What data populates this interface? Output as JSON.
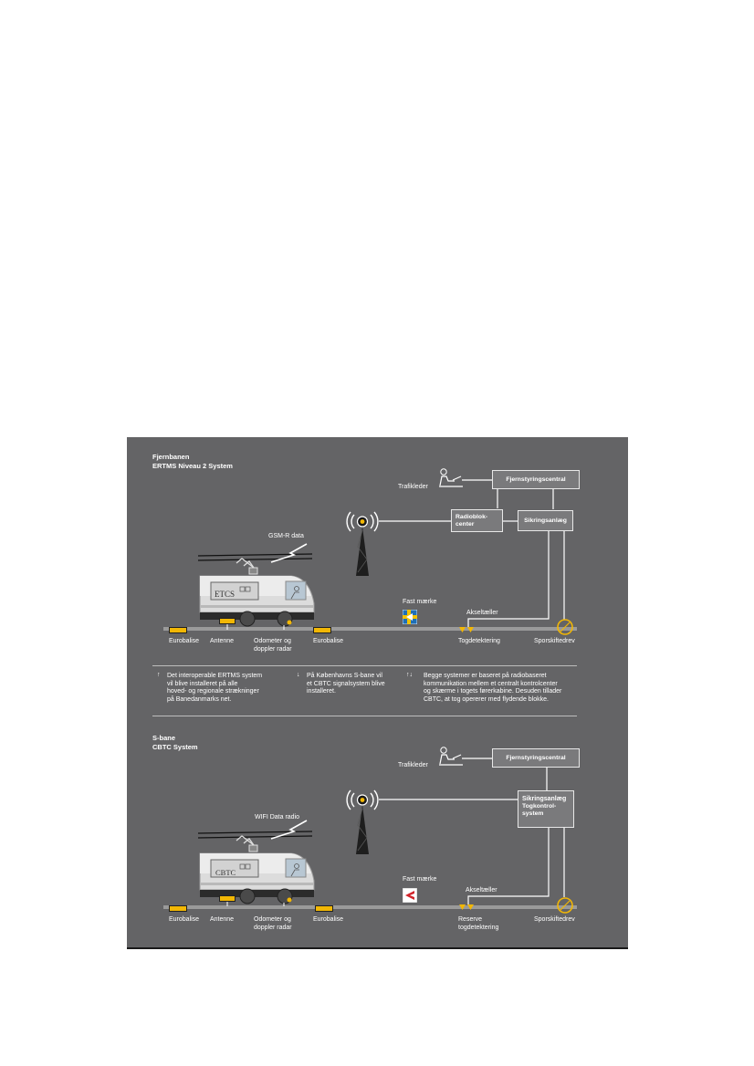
{
  "top": {
    "section_title": "Fjernbanen",
    "section_subtitle": "ERTMS Niveau 2 System",
    "traffic_controller": "Trafikleder",
    "remote_control_center": "Fjernstyringscentral",
    "radio_block_center": [
      "Radioblok-",
      "center"
    ],
    "interlocking": "Sikringsanlæg",
    "radio_label": "GSM-R data",
    "cab_label": "ETCS",
    "fixed_mark": "Fast mærke",
    "axle_counter": "Akseltæller",
    "eurobalise_1": "Eurobalise",
    "antenna": "Antenne",
    "odometer": [
      "Odometer og",
      "doppler radar"
    ],
    "eurobalise_2": "Eurobalise",
    "train_detection": "Togdetektering",
    "point_machine": "Sporskiftedrev"
  },
  "legend": {
    "col1": [
      "Det interoperable ERTMS system",
      "vil blive installeret på alle",
      "hoved- og regionale strækninger",
      "på Banedanmarks net."
    ],
    "col2": [
      "På Københavns S-bane vil",
      "et CBTC signalsystem blive",
      "installeret."
    ],
    "col3": [
      "Begge systemer er baseret på radiobaseret",
      "kommunikation mellem et centralt kontrolcenter",
      "og skærme i togets førerkabine. Desuden tillader",
      "CBTC, at tog opererer med flydende blokke."
    ]
  },
  "bottom": {
    "section_title": "S-bane",
    "section_subtitle": "CBTC System",
    "traffic_controller": "Trafikleder",
    "remote_control_center": "Fjernstyringscentral",
    "interlocking": "Sikringsanlæg",
    "train_control": [
      "Togkontrol-",
      "system"
    ],
    "radio_label": "WIFI Data radio",
    "cab_label": "CBTC",
    "fixed_mark": "Fast mærke",
    "axle_counter": "Akseltæller",
    "eurobalise_1": "Eurobalise",
    "antenna": "Antenne",
    "odometer": [
      "Odometer og",
      "doppler radar"
    ],
    "eurobalise_2": "Eurobalise",
    "train_detection": [
      "Reserve",
      "togdetektering"
    ],
    "point_machine": "Sporskiftedrev"
  },
  "colors": {
    "background": "#646466",
    "track": "#9a9a9a",
    "balise": "#f2b705",
    "line": "#ffffff",
    "flag_blue": "#1f6fb6",
    "flag_yellow": "#f2c200",
    "mark_red": "#d2232a"
  },
  "icons": [
    "person-at-desk-icon",
    "radio-tower-icon",
    "lightning-icon",
    "train-icon",
    "fixed-mark-icon",
    "axle-counter-icon",
    "point-machine-icon",
    "arrow-up-icon",
    "arrow-down-icon",
    "arrows-up-down-icon"
  ]
}
